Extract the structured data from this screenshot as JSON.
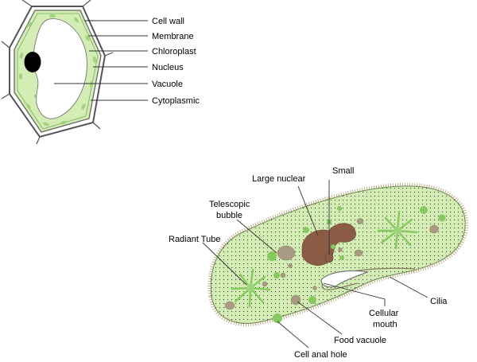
{
  "plant_cell": {
    "labels": {
      "cell_wall": "Cell wall",
      "membrane": "Membrane",
      "chloroplast": "Chloroplast",
      "nucleus": "Nucleus",
      "vacuole": "Vacuole",
      "cytoplasmic": "Cytoplasmic"
    }
  },
  "paramecium": {
    "labels": {
      "large_nuclear": "Large nuclear",
      "small": "Small",
      "telescopic_bubble_line1": "Telescopic",
      "telescopic_bubble_line2": "bubble",
      "radiant_tube": "Radiant Tube",
      "cilia": "Cilia",
      "cellular_mouth_line1": "Cellular",
      "cellular_mouth_line2": "mouth",
      "food_vacuole": "Food vacuole",
      "cell_anal_hole": "Cell anal hole"
    }
  },
  "colors": {
    "cytoplasm": "#d3edb4",
    "chloroplast": "#9fd37c",
    "outline": "#555555",
    "nucleus": "#000000",
    "macronucleus": "#8a5c46",
    "grey_vacuole": "#a89a83",
    "cilia": "#b49a6a"
  }
}
